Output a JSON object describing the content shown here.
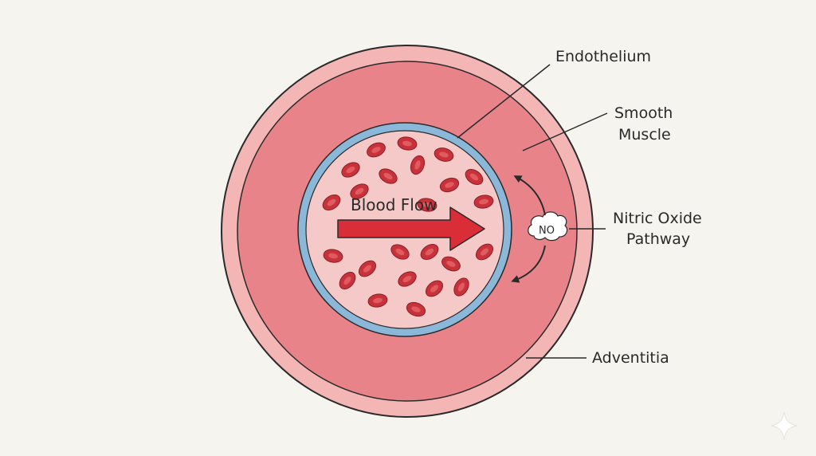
{
  "diagram": {
    "labels": {
      "endothelium": "Endothelium",
      "smooth_muscle_line1": "Smooth",
      "smooth_muscle_line2": "Muscle",
      "nitric_oxide_line1": "Nitric Oxide",
      "nitric_oxide_line2": "Pathway",
      "adventitia": "Adventitia",
      "blood_flow": "Blood Flow",
      "no_molecule": "NO"
    },
    "colors": {
      "background": "#f6f4ee",
      "adventitia": "#f4b5b5",
      "smooth_muscle": "#e8838a",
      "endothelium": "#8bb7d8",
      "lumen": "#f6c9c9",
      "red_cell": "#c8323a",
      "red_cell_center": "#e15a60",
      "flow_arrow": "#d92e38",
      "outline": "#2a2a2a"
    }
  }
}
